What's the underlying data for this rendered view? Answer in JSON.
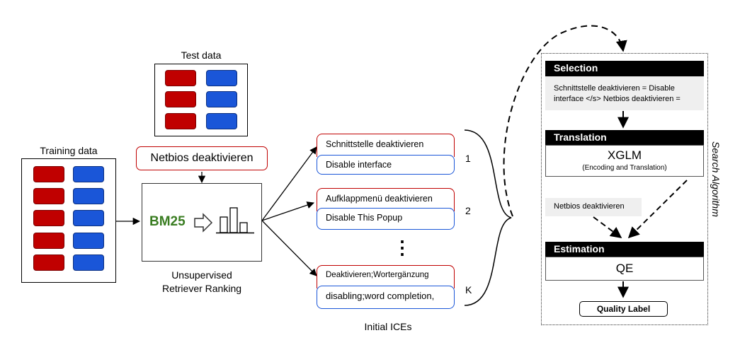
{
  "test_data": {
    "title": "Test data"
  },
  "training_data": {
    "title": "Training data"
  },
  "query": {
    "text": "Netbios deaktivieren"
  },
  "retriever": {
    "name": "BM25",
    "caption_line1": "Unsupervised",
    "caption_line2": "Retriever Ranking"
  },
  "ices": {
    "items": [
      {
        "source": "Schnittstelle deaktivieren",
        "target": "Disable interface",
        "rank": "1"
      },
      {
        "source": "Aufklappmenü deaktivieren",
        "target": "Disable This Popup",
        "rank": "2"
      },
      {
        "source": "Deaktivieren;Wortergänzung",
        "target": "disabling;word completion,",
        "rank": "K"
      }
    ],
    "ellipsis": "⋮",
    "caption": "Initial ICEs"
  },
  "search": {
    "side_label": "Search Algorithm",
    "selection": {
      "title": "Selection",
      "line1": "Schnittstelle deaktivieren = Disable",
      "line2": "interface </s> Netbios deaktivieren ="
    },
    "translation": {
      "title": "Translation",
      "model": "XGLM",
      "sub": "(Encoding and Translation)"
    },
    "query_text": "Netbios deaktivieren",
    "estimation": {
      "title": "Estimation",
      "metric": "QE"
    },
    "output": "Quality Label"
  },
  "colors": {
    "red": "#c00000",
    "blue": "#1a56d8",
    "green": "#3a7d22"
  }
}
